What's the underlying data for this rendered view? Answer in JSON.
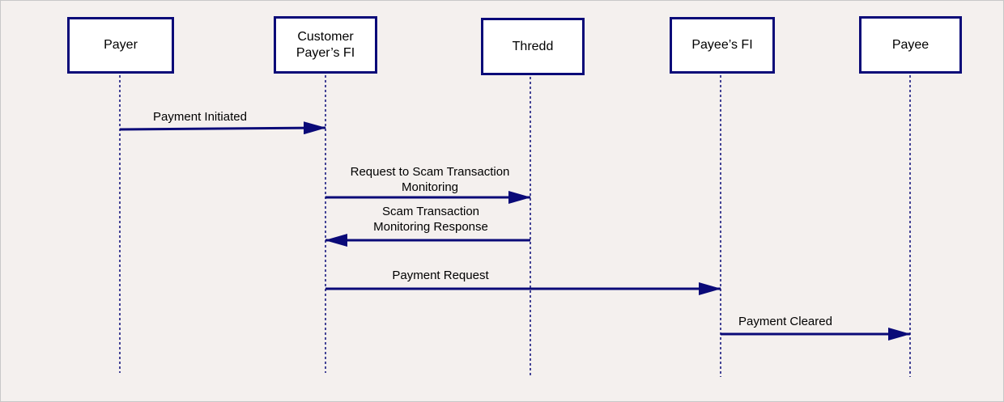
{
  "colors": {
    "accent": "#0a0a78",
    "background": "#f4f0ee",
    "box_fill": "#ffffff",
    "text": "#000000"
  },
  "actors": [
    {
      "id": "payer",
      "label": "Payer"
    },
    {
      "id": "payer-fi",
      "label": "Customer\nPayer’s FI"
    },
    {
      "id": "thredd",
      "label": "Thredd"
    },
    {
      "id": "payee-fi",
      "label": "Payee’s FI"
    },
    {
      "id": "payee",
      "label": "Payee"
    }
  ],
  "messages": [
    {
      "label": "Payment Initiated",
      "from": "payer",
      "to": "payer-fi"
    },
    {
      "label": "Request to Scam Transaction\nMonitoring",
      "from": "payer-fi",
      "to": "thredd"
    },
    {
      "label": "Scam Transaction\nMonitoring Response",
      "from": "thredd",
      "to": "payer-fi"
    },
    {
      "label": "Payment Request",
      "from": "payer-fi",
      "to": "payee-fi"
    },
    {
      "label": "Payment Cleared",
      "from": "payee-fi",
      "to": "payee"
    }
  ]
}
